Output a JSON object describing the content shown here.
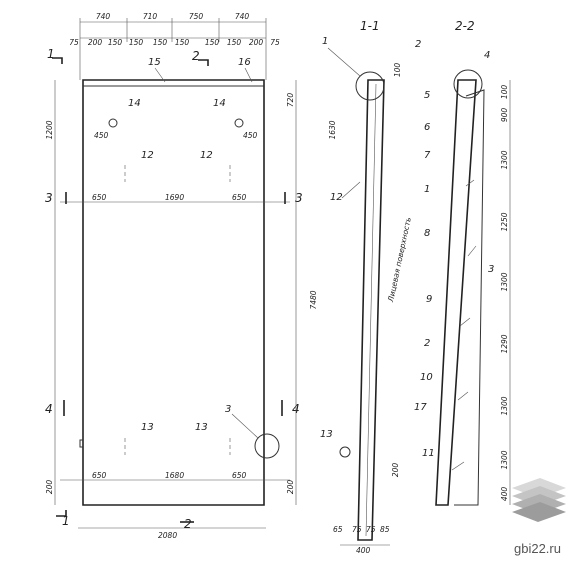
{
  "sections": {
    "s1": "1-1",
    "s2": "2-2"
  },
  "top_dims": [
    "740",
    "710",
    "750",
    "740"
  ],
  "sub_dims": [
    "75",
    "200",
    "150",
    "150",
    "150",
    "150",
    "150",
    "150",
    "200",
    "75"
  ],
  "left_dims": {
    "d1200": "1200",
    "d1630": "1630",
    "d200": "200"
  },
  "right_dim_total": "7480",
  "right_dims": [
    "720",
    "200"
  ],
  "inner_dims": {
    "d450a": "450",
    "d450b": "450",
    "d650a": "650",
    "d1690": "1690",
    "d650b": "650",
    "d650c": "650",
    "d1680": "1680",
    "d650d": "650"
  },
  "bottom_dim": "2080",
  "callouts": {
    "c1": "1",
    "c2": "2",
    "c3": "3",
    "c4": "4",
    "c12": "12",
    "c13": "13",
    "c14": "14",
    "c15": "15",
    "c16": "16"
  },
  "sec1": {
    "dims": [
      "100",
      "1630",
      "200"
    ],
    "bottom": [
      "65",
      "75",
      "75",
      "85",
      "400"
    ],
    "labels": [
      "1",
      "12",
      "13"
    ],
    "vertical_text": "Лицевая поверхность"
  },
  "sec2": {
    "labels": [
      "2",
      "4",
      "5",
      "6",
      "7",
      "1",
      "8",
      "3",
      "9",
      "2",
      "10",
      "17",
      "11"
    ],
    "dims": [
      "100",
      "900",
      "1300",
      "1250",
      "1300",
      "1290",
      "1300",
      "1300",
      "400"
    ]
  },
  "watermark": "gbi22.ru"
}
